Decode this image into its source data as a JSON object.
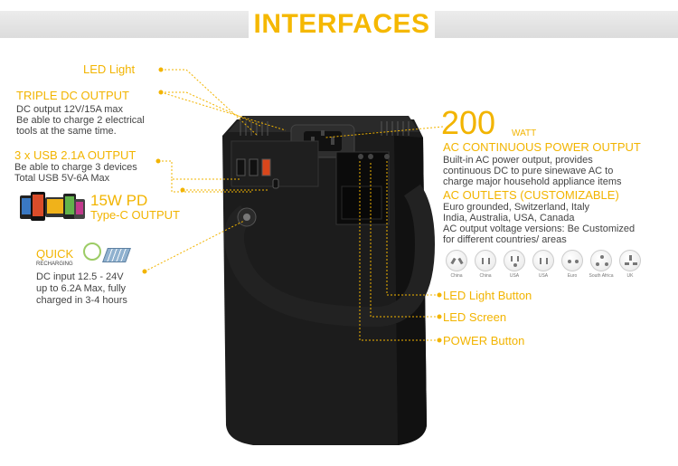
{
  "title": "INTERFACES",
  "left": {
    "led_light": "LED Light",
    "triple_dc": {
      "heading": "TRIPLE DC OUTPUT",
      "lines": [
        "DC output 12V/15A max",
        "Be able to charge 2 electrical",
        "tools at the same time."
      ]
    },
    "usb": {
      "heading": "3 x USB 2.1A OUTPUT",
      "lines": [
        "Be able to charge 3 devices",
        "Total USB 5V-6A Max"
      ]
    },
    "pd": {
      "heading": "15W PD",
      "sub": "Type-C OUTPUT"
    },
    "quick": {
      "heading": "QUICK",
      "sub": "RECHARGING",
      "lines": [
        "DC input 12.5 - 24V",
        "up to 6.2A Max, fully",
        "charged in 3-4 hours"
      ]
    }
  },
  "right": {
    "watt_value": "200",
    "watt_unit": "WATT",
    "ac_heading": "AC CONTINUOUS POWER OUTPUT",
    "ac_lines": [
      "Built-in AC power output, provides",
      "continuous DC to pure sinewave AC to",
      "charge major household appliance items"
    ],
    "outlets_heading": "AC OUTLETS (CUSTOMIZABLE)",
    "outlets_lines": [
      "Euro grounded, Switzerland, Italy",
      "India, Australia, USA, Canada",
      "AC output voltage versions: Be Customized",
      "for different countries/ areas"
    ],
    "sockets": [
      "China",
      "China",
      "USA",
      "USA",
      "Euro",
      "South Africa",
      "UK"
    ],
    "led_button": "LED Light Button",
    "led_screen": "LED Screen",
    "power_button": "POWER Button"
  },
  "colors": {
    "accent": "#f2b400",
    "text": "#444444",
    "device": "#1c1c1c"
  }
}
